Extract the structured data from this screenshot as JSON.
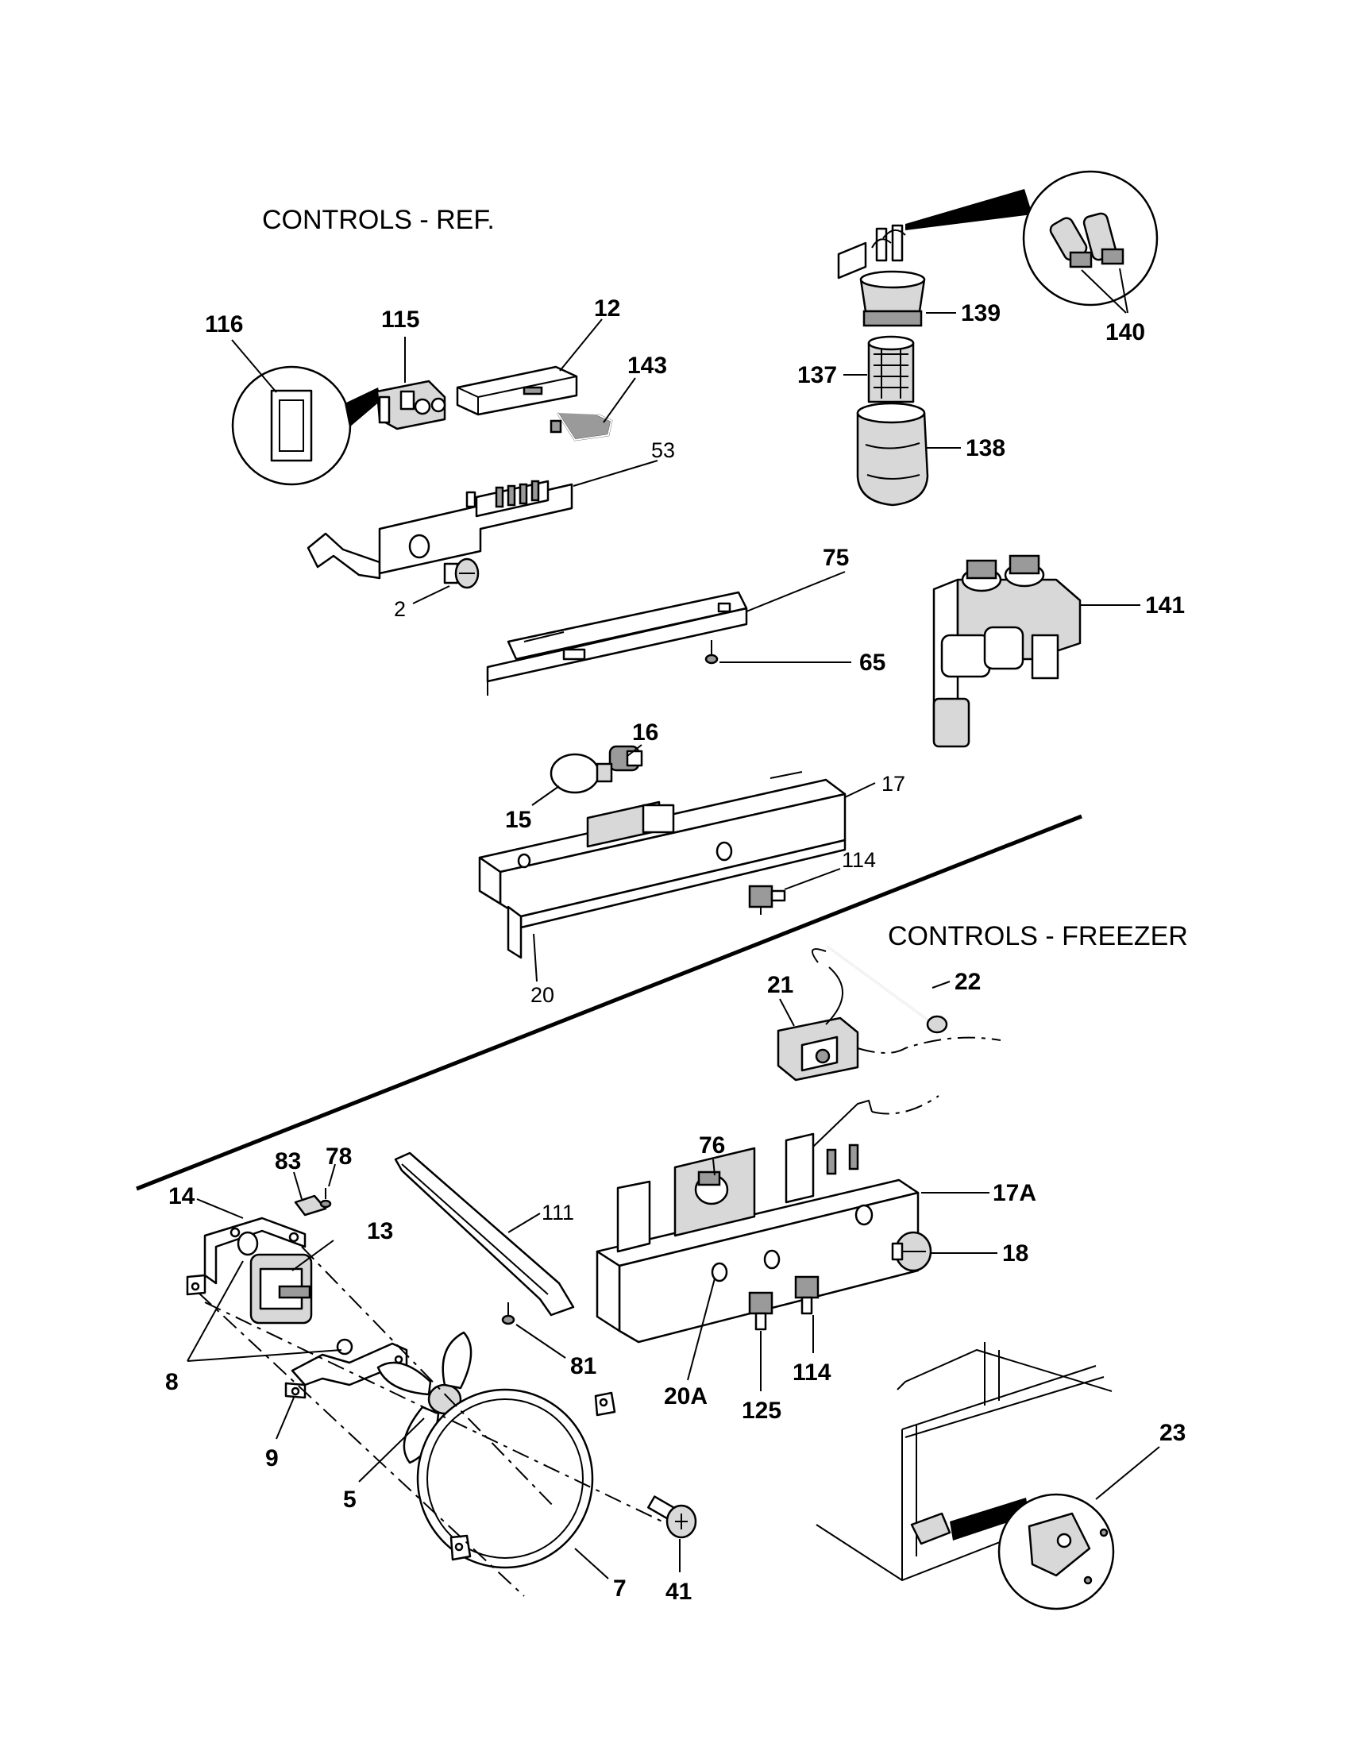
{
  "sections": {
    "refrigerator": "CONTROLS  -  REF.",
    "freezer": "CONTROLS  -  FREEZER"
  },
  "labels": {
    "p116": "116",
    "p115": "115",
    "p12": "12",
    "p143": "143",
    "p53": "53",
    "p2": "2",
    "p75": "75",
    "p65": "65",
    "p139": "139",
    "p140": "140",
    "p137": "137",
    "p138": "138",
    "p141": "141",
    "p16": "16",
    "p17": "17",
    "p15": "15",
    "p114a": "114",
    "p20": "20",
    "p21": "21",
    "p22": "22",
    "p76": "76",
    "p17a": "17A",
    "p18": "18",
    "p20a": "20A",
    "p125": "125",
    "p114b": "114",
    "p83": "83",
    "p78": "78",
    "p14": "14",
    "p13": "13",
    "p111": "111",
    "p8": "8",
    "p81": "81",
    "p9": "9",
    "p5": "5",
    "p41": "41",
    "p7": "7",
    "p23": "23"
  }
}
